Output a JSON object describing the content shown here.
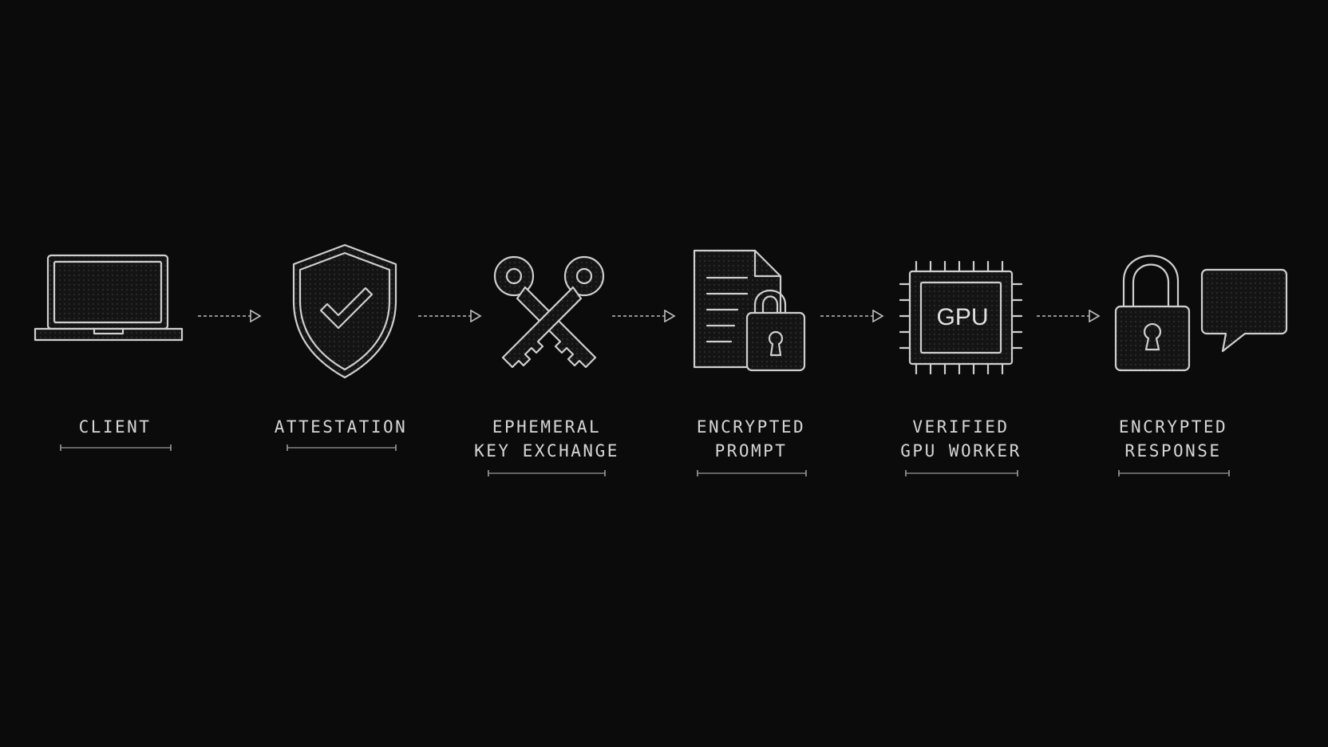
{
  "steps": [
    {
      "id": "client",
      "line1": "CLIENT",
      "line2": "",
      "icon": "laptop-icon"
    },
    {
      "id": "attestation",
      "line1": "ATTESTATION",
      "line2": "",
      "icon": "shield-check-icon"
    },
    {
      "id": "key-exchange",
      "line1": "EPHEMERAL",
      "line2": "KEY EXCHANGE",
      "icon": "crossed-keys-icon"
    },
    {
      "id": "prompt",
      "line1": "ENCRYPTED",
      "line2": "PROMPT",
      "icon": "document-lock-icon"
    },
    {
      "id": "gpu",
      "line1": "VERIFIED",
      "line2": "GPU WORKER",
      "icon": "gpu-chip-icon",
      "chip_text": "GPU"
    },
    {
      "id": "response",
      "line1": "ENCRYPTED",
      "line2": "RESPONSE",
      "icon": "lock-speech-bubble-icon"
    }
  ],
  "colors": {
    "background": "#0b0b0b",
    "line": "#cfcfcf",
    "text": "#d6d6d6"
  }
}
